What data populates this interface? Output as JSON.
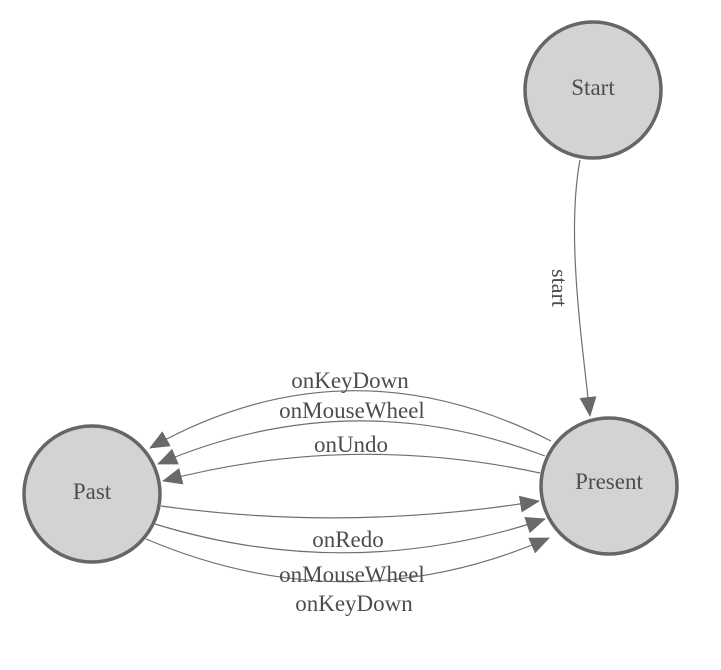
{
  "diagram": {
    "type": "state-machine",
    "background": "#ffffff",
    "colors": {
      "background": "#ffffff",
      "node-fill": "#d3d3d3",
      "node-border": "#666666",
      "edge-line": "#6e6e6e",
      "arrow-fill": "#696969",
      "label-text": "#4d4d4d"
    },
    "nodes": [
      {
        "id": "start",
        "label": "Start"
      },
      {
        "id": "present",
        "label": "Present"
      },
      {
        "id": "past",
        "label": "Past"
      }
    ],
    "edges": [
      {
        "from": "Start",
        "to": "Present",
        "label": "start"
      },
      {
        "from": "Present",
        "to": "Past",
        "label": "onKeyDown"
      },
      {
        "from": "Present",
        "to": "Past",
        "label": "onMouseWheel"
      },
      {
        "from": "Present",
        "to": "Past",
        "label": "onUndo"
      },
      {
        "from": "Past",
        "to": "Present",
        "label": "onRedo"
      },
      {
        "from": "Past",
        "to": "Present",
        "label": "onMouseWheel"
      },
      {
        "from": "Past",
        "to": "Present",
        "label": "onKeyDown"
      }
    ]
  }
}
